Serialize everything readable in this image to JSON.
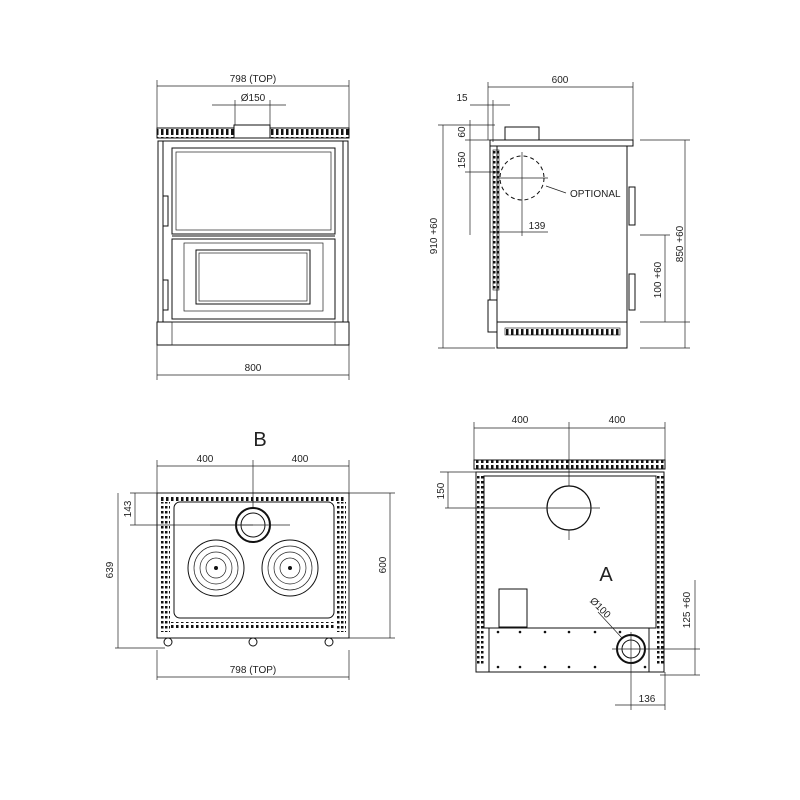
{
  "front": {
    "top_width": "798 (TOP)",
    "flue_diameter": "Ø150",
    "base_width": "800"
  },
  "side": {
    "depth": "600",
    "offset_top": "15",
    "offset_a": "60",
    "flue_height": "150",
    "flue_center": "139",
    "optional_label": "OPTIONAL",
    "total_height": "910 +60",
    "body_height": "850 +60",
    "foot_height": "100 +60"
  },
  "top": {
    "label": "B",
    "half_left": "400",
    "half_right": "400",
    "flue_offset": "143",
    "depth_outer": "639",
    "depth_inner": "600",
    "top_width": "798 (TOP)"
  },
  "back": {
    "half_left": "400",
    "half_right": "400",
    "flue_offset": "150",
    "label": "A",
    "air_diameter": "Ø100",
    "air_height": "125 +60",
    "air_offset": "136"
  }
}
